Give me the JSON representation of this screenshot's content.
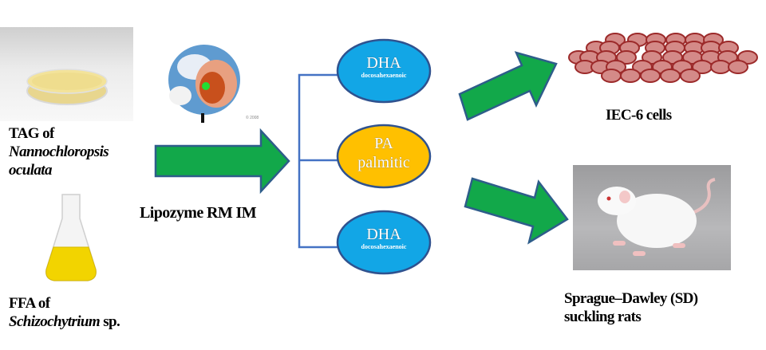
{
  "inputs": {
    "tag": {
      "line1": "TAG of",
      "line2": "Nannochloropsis",
      "line3": "oculata",
      "image": "petri-dish-yellow-powder"
    },
    "ffa": {
      "line1": "FFA of",
      "line2_italic": "Schizochytrium",
      "line2_rest": " sp.",
      "image": "erlenmeyer-flask-yellow-oil"
    }
  },
  "enzyme": {
    "label": "Lipozyme RM IM",
    "image": "lipase-protein-surface"
  },
  "products": [
    {
      "abbr": "DHA",
      "name": "docosahexaenoic",
      "color": "#12a6e6"
    },
    {
      "abbr": "PA",
      "name": "palmitic",
      "color": "#ffc000"
    },
    {
      "abbr": "DHA",
      "name": "docosahexaenoic",
      "color": "#12a6e6"
    }
  ],
  "outputs": {
    "cells": {
      "label": "IEC-6 cells",
      "image": "cell-cluster"
    },
    "rats": {
      "line1": "Sprague–Dawley (SD)",
      "line2": "suckling rats",
      "image": "white-rat-photo"
    }
  },
  "colors": {
    "arrow_fill": "#12a84a",
    "arrow_stroke": "#2e5d8a",
    "bracket": "#4472c4",
    "ellipse_stroke": "#2f528f",
    "cell_fill": "#d48a88",
    "cell_stroke": "#9c2a2a"
  }
}
